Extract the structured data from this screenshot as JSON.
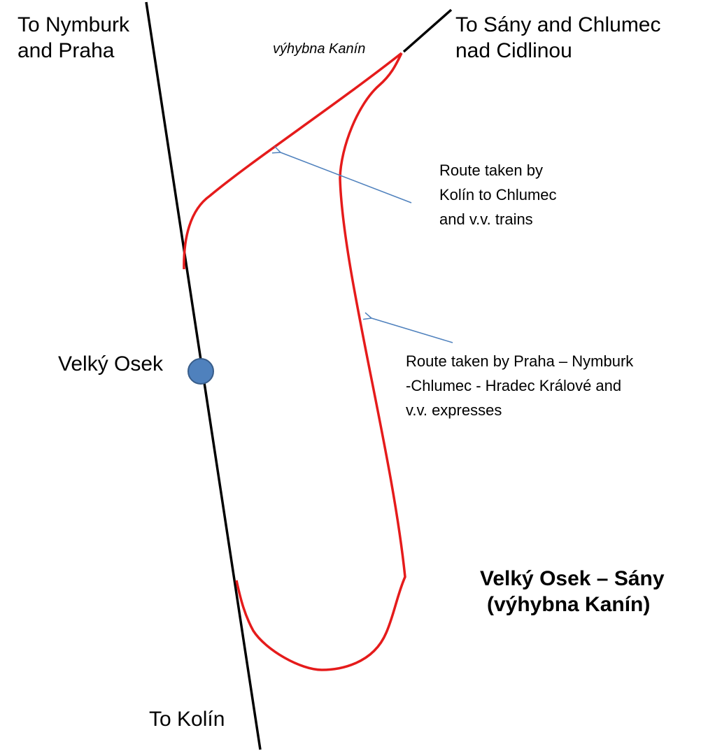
{
  "labels": {
    "to_nymburk_line1": "To Nymburk",
    "to_nymburk_line2": "and Praha",
    "to_sany_line1": "To Sány and Chlumec",
    "to_sany_line2": "nad Cidlinou",
    "vyhybna": "výhybna Kanín",
    "velky_osek": "Velký Osek",
    "to_kolin": "To Kolín"
  },
  "annotations": {
    "kolin_route_line1": "Route taken by",
    "kolin_route_line2": "Kolín to Chlumec",
    "kolin_route_line3": "and v.v. trains",
    "praha_route_line1": "Route taken by Praha – Nymburk",
    "praha_route_line2": "-Chlumec - Hradec Králové and",
    "praha_route_line3": "v.v. expresses"
  },
  "title": {
    "line1": "Velký Osek – Sány",
    "line2": "(výhybna Kanín)"
  },
  "colors": {
    "main_line": "#000000",
    "routes": "#e51b1b",
    "arrows": "#4f81bd",
    "station": "#4f81bd",
    "station_border": "#385d8a"
  }
}
